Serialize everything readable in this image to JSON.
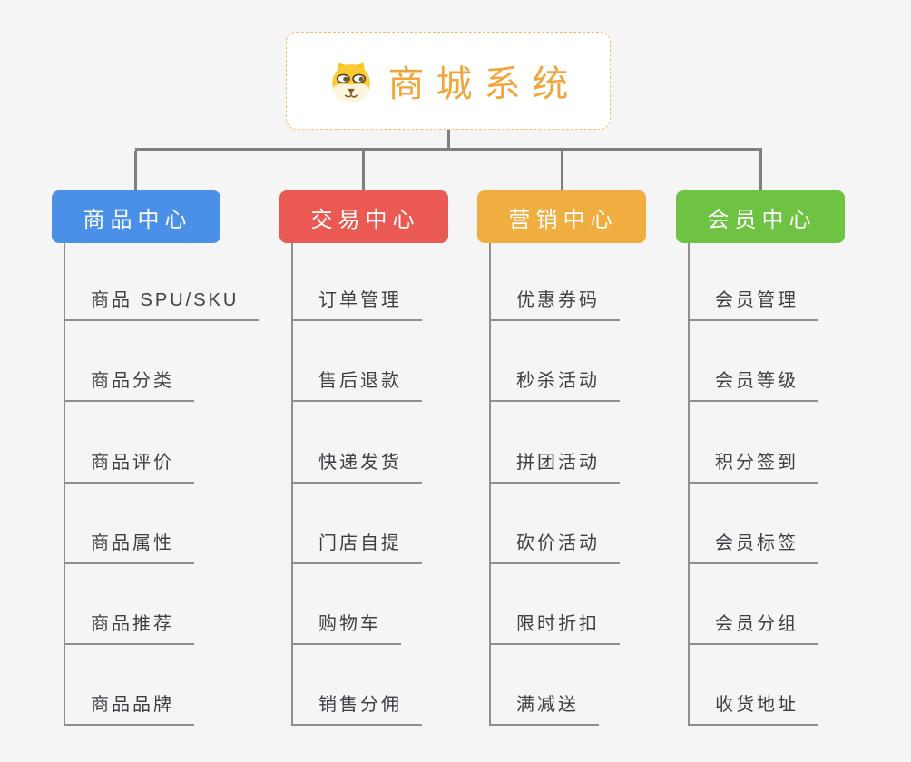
{
  "page": {
    "background_color": "#f5f5f5",
    "connector_color": "#7e7e7e",
    "leaf_line_color": "#8f8f8f",
    "leaf_text_color": "#3c4045"
  },
  "root": {
    "title": "商城系统",
    "icon": "dog-face-icon",
    "title_color": "#f0a63c",
    "border_color": "#f2be6e"
  },
  "branches": [
    {
      "label": "商品中心",
      "color": "#4a90e8",
      "children": [
        "商品 SPU/SKU",
        "商品分类",
        "商品评价",
        "商品属性",
        "商品推荐",
        "商品品牌"
      ]
    },
    {
      "label": "交易中心",
      "color": "#eb5a52",
      "children": [
        "订单管理",
        "售后退款",
        "快递发货",
        "门店自提",
        "购物车",
        "销售分佣"
      ]
    },
    {
      "label": "营销中心",
      "color": "#efae3f",
      "children": [
        "优惠券码",
        "秒杀活动",
        "拼团活动",
        "砍价活动",
        "限时折扣",
        "满减送"
      ]
    },
    {
      "label": "会员中心",
      "color": "#6ec343",
      "children": [
        "会员管理",
        "会员等级",
        "积分签到",
        "会员标签",
        "会员分组",
        "收货地址"
      ]
    }
  ]
}
